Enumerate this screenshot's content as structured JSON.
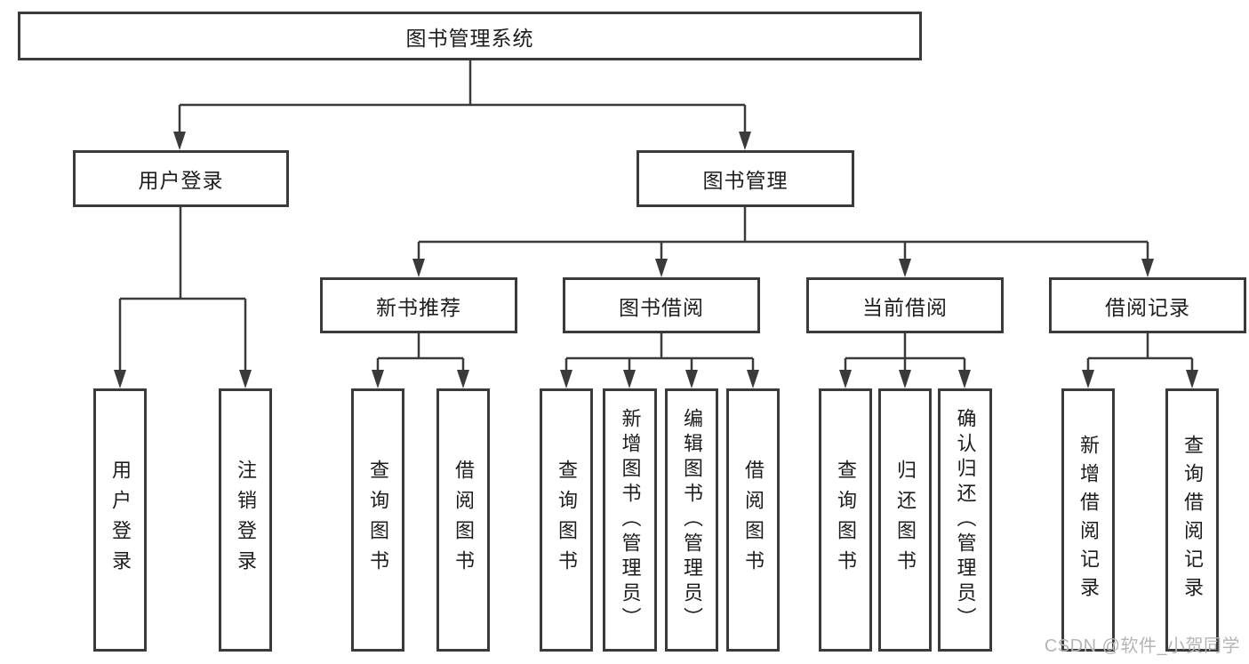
{
  "tree": {
    "root": {
      "label": "图书管理系统",
      "children": [
        {
          "label": "用户登录",
          "children": [
            {
              "label": "用户登录"
            },
            {
              "label": "注销登录"
            }
          ]
        },
        {
          "label": "图书管理",
          "children": [
            {
              "label": "新书推荐",
              "children": [
                {
                  "label": "查询图书"
                },
                {
                  "label": "借阅图书"
                }
              ]
            },
            {
              "label": "图书借阅",
              "children": [
                {
                  "label": "查询图书"
                },
                {
                  "label": "新增图书（管理员）"
                },
                {
                  "label": "编辑图书（管理员）"
                },
                {
                  "label": "借阅图书"
                }
              ]
            },
            {
              "label": "当前借阅",
              "children": [
                {
                  "label": "查询图书"
                },
                {
                  "label": "归还图书"
                },
                {
                  "label": "确认归还（管理员）"
                }
              ]
            },
            {
              "label": "借阅记录",
              "children": [
                {
                  "label": "新增借阅记录"
                },
                {
                  "label": "查询借阅记录"
                }
              ]
            }
          ]
        }
      ]
    }
  },
  "watermark": {
    "text": "CSDN @软件_小贺同学"
  },
  "colors": {
    "line": "#3a3a3a",
    "text": "#1d1d1d",
    "watermark": "#b5b5b5",
    "background": "#ffffff"
  }
}
